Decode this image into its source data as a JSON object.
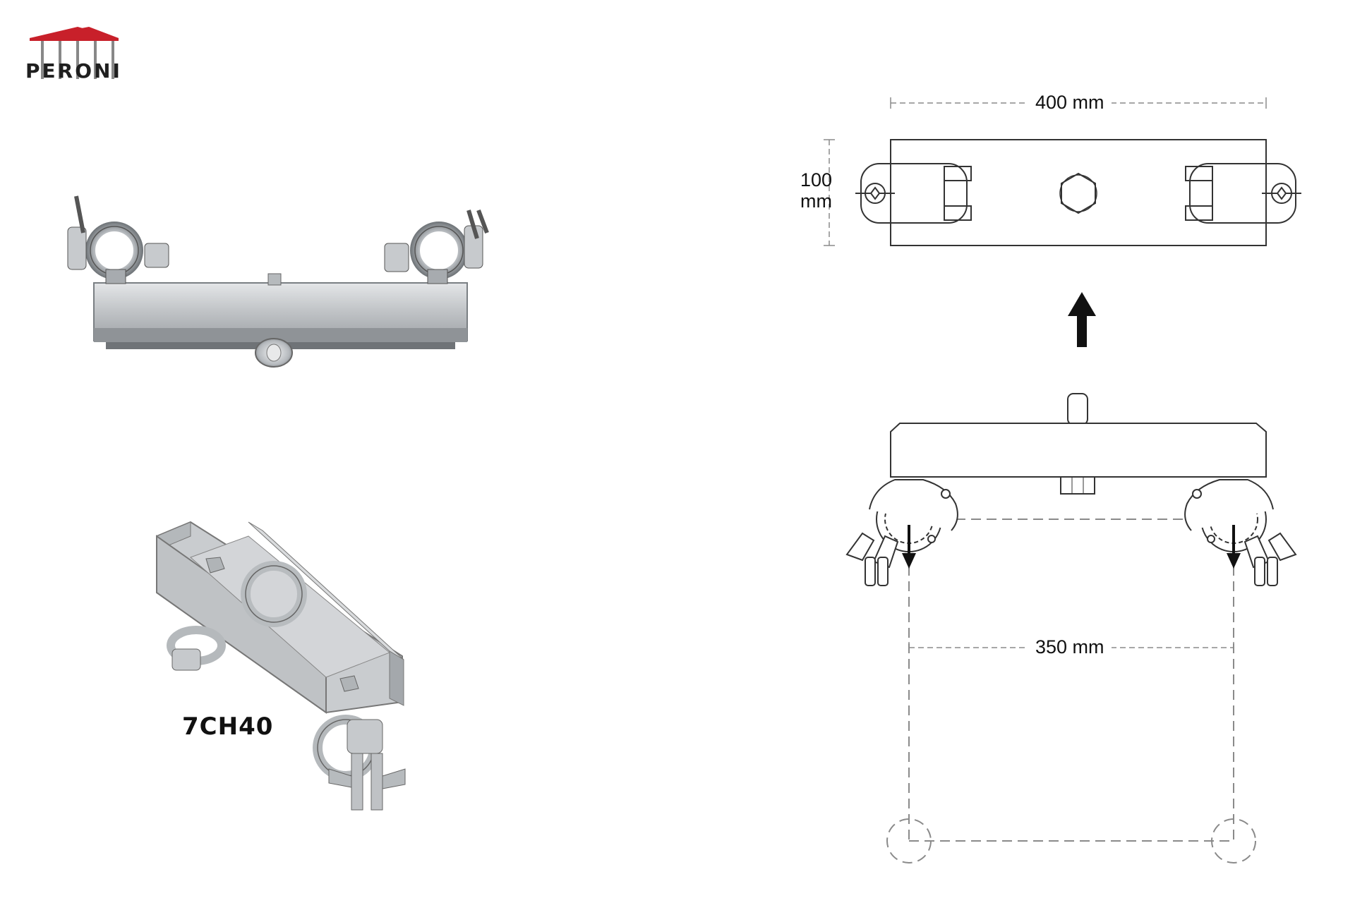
{
  "brand": {
    "name": "PERONI",
    "roof_color": "#c8202a"
  },
  "product": {
    "code": "7CH40"
  },
  "dimensions": {
    "length": "400 mm",
    "width_value": "100",
    "width_unit": "mm",
    "clamp_spacing": "350 mm"
  },
  "colors": {
    "metal_light": "#d6d8da",
    "metal_mid": "#a9adb1",
    "metal_dark": "#6d7276",
    "line": "#222222",
    "dash": "#8a8a8a"
  }
}
